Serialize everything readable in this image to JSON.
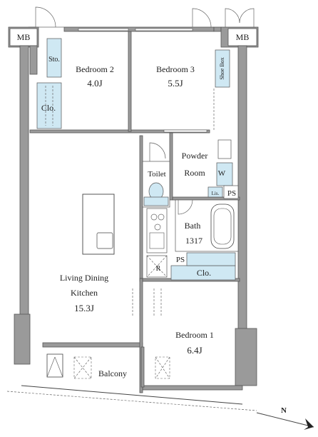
{
  "labels": {
    "mb_left": "MB",
    "mb_right": "MB",
    "storage": "Sto.",
    "closet_left": "Clo.",
    "bedroom2_name": "Bedroom 2",
    "bedroom2_size": "4.0J",
    "bedroom3_name": "Bedroom 3",
    "bedroom3_size": "5.5J",
    "shoe_box": "Shoe Box",
    "powder_room_l1": "Powder",
    "powder_room_l2": "Room",
    "washer": "W",
    "toilet": "Toilet",
    "linen": "Lis.",
    "ps_upper": "PS",
    "bath_name": "Bath",
    "bath_size": "1317",
    "ps_lower": "PS",
    "refrigerator": "R",
    "closet_right": "Clo.",
    "ldk_l1": "Living Dining",
    "ldk_l2": "Kitchen",
    "ldk_size": "15.3J",
    "bedroom1_name": "Bedroom 1",
    "bedroom1_size": "6.4J",
    "balcony": "Balcony",
    "north": "N"
  },
  "colors": {
    "wall": "#9a9a9a",
    "fixture_blue": "#cfe8f3",
    "line": "#444444"
  }
}
